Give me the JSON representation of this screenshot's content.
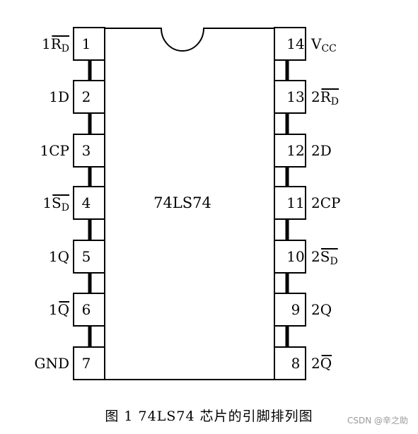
{
  "chip": {
    "name": "74LS74",
    "left_pins": [
      {
        "num": "1",
        "label": "1R",
        "sub": "D",
        "bar": true
      },
      {
        "num": "2",
        "label": "1D",
        "sub": "",
        "bar": false
      },
      {
        "num": "3",
        "label": "1CP",
        "sub": "",
        "bar": false
      },
      {
        "num": "4",
        "label": "1S",
        "sub": "D",
        "bar": true
      },
      {
        "num": "5",
        "label": "1Q",
        "sub": "",
        "bar": false
      },
      {
        "num": "6",
        "label": "1Q",
        "sub": "",
        "bar": true
      },
      {
        "num": "7",
        "label": "GND",
        "sub": "",
        "bar": false
      }
    ],
    "right_pins": [
      {
        "num": "14",
        "label": "V",
        "sub": "CC",
        "bar": false
      },
      {
        "num": "13",
        "label": "2R",
        "sub": "D",
        "bar": true
      },
      {
        "num": "12",
        "label": "2D",
        "sub": "",
        "bar": false
      },
      {
        "num": "11",
        "label": "2CP",
        "sub": "",
        "bar": false
      },
      {
        "num": "10",
        "label": "2S",
        "sub": "D",
        "bar": true
      },
      {
        "num": "9",
        "label": "2Q",
        "sub": "",
        "bar": false
      },
      {
        "num": "8",
        "label": "2Q",
        "sub": "",
        "bar": true
      }
    ]
  },
  "caption": "图 1   74LS74 芯片的引脚排列图",
  "watermark": "CSDN @辛之助"
}
